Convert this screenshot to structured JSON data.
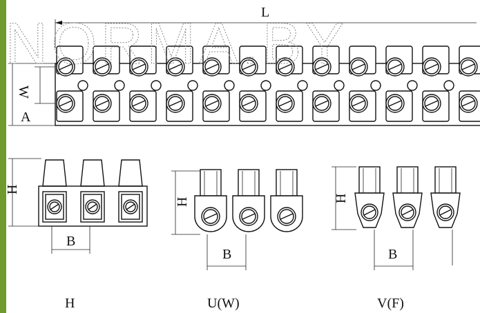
{
  "watermark": "NORMA.BY",
  "colors": {
    "accent_bar": "#6f9a2e",
    "ink": "#111111"
  },
  "strip": {
    "label_length": "L",
    "label_width": "W",
    "label_a": "A",
    "terminal_count": 12
  },
  "variants": [
    {
      "id": "h",
      "caption": "H",
      "label_height": "H",
      "label_pitch": "B",
      "poles": 3
    },
    {
      "id": "u",
      "caption": "U(W)",
      "label_height": "H",
      "label_pitch": "B",
      "poles": 3
    },
    {
      "id": "v",
      "caption": "V(F)",
      "label_height": "H",
      "label_pitch": "B",
      "poles": 3
    }
  ]
}
